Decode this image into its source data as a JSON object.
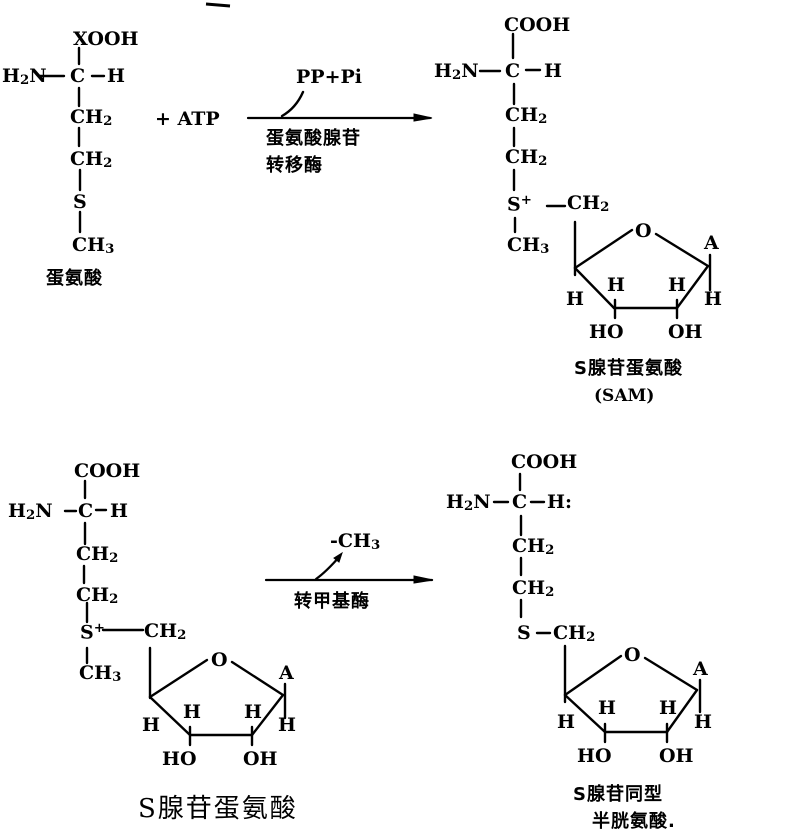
{
  "reaction1": {
    "reactant": {
      "cooh": "XOOH",
      "h2n": "H",
      "h2n_sub": "2",
      "h2n_n": "N",
      "c": "C",
      "h": "H",
      "ch2a": "CH",
      "ch2a_sub": "2",
      "ch2b": "CH",
      "ch2b_sub": "2",
      "s": "S",
      "ch3": "CH",
      "ch3_sub": "3",
      "name": "蛋氨酸"
    },
    "plus_atp": "+ ATP",
    "arrow_top": "PP+Pi",
    "enzyme_line1": "蛋氨酸腺苷",
    "enzyme_line2": "转移酶",
    "product": {
      "cooh": "COOH",
      "h2n": "H",
      "h2n_sub": "2",
      "h2n_n": "N",
      "c": "C",
      "h": "H",
      "ch2a": "CH",
      "ch2a_sub": "2",
      "ch2b": "CH",
      "ch2b_sub": "2",
      "s": "S",
      "s_sup": "+",
      "s_ch2": "CH",
      "s_ch2_sub": "2",
      "ch3": "CH",
      "ch3_sub": "3",
      "ring_o": "O",
      "ring_a": "A",
      "h_left": "H",
      "h2": "H",
      "h3": "H",
      "h_right": "H",
      "ho": "HO",
      "oh": "OH",
      "name": "S腺苷蛋氨酸",
      "abbr": "(SAM)"
    }
  },
  "reaction2": {
    "reactant": {
      "cooh": "COOH",
      "h2n": "H",
      "h2n_sub": "2",
      "h2n_n": "N",
      "c": "C",
      "h": "H",
      "ch2a": "CH",
      "ch2a_sub": "2",
      "ch2b": "CH",
      "ch2b_sub": "2",
      "s": "S",
      "s_sup": "+",
      "s_ch2": "CH",
      "s_ch2_sub": "2",
      "ch3": "CH",
      "ch3_sub": "3",
      "ring_o": "O",
      "ring_a": "A",
      "h_left": "H",
      "h2": "H",
      "h3": "H",
      "h_right": "H",
      "ho": "HO",
      "oh": "OH",
      "name": "S腺苷蛋氨酸"
    },
    "arrow_top": "-CH",
    "arrow_top_sub": "3",
    "enzyme": "转甲基酶",
    "product": {
      "cooh": "COOH",
      "h2n": "H",
      "h2n_sub": "2",
      "h2n_n": "N",
      "c": "C",
      "h": "H:",
      "ch2a": "CH",
      "ch2a_sub": "2",
      "ch2b": "CH",
      "ch2b_sub": "2",
      "s": "S",
      "s_ch2": "CH",
      "s_ch2_sub": "2",
      "ring_o": "O",
      "ring_a": "A",
      "h_left": "H",
      "h2": "H",
      "h3": "H",
      "h_right": "H",
      "ho": "HO",
      "oh": "OH",
      "name_line1": "S腺苷同型",
      "name_line2": "半胱氨酸."
    }
  }
}
